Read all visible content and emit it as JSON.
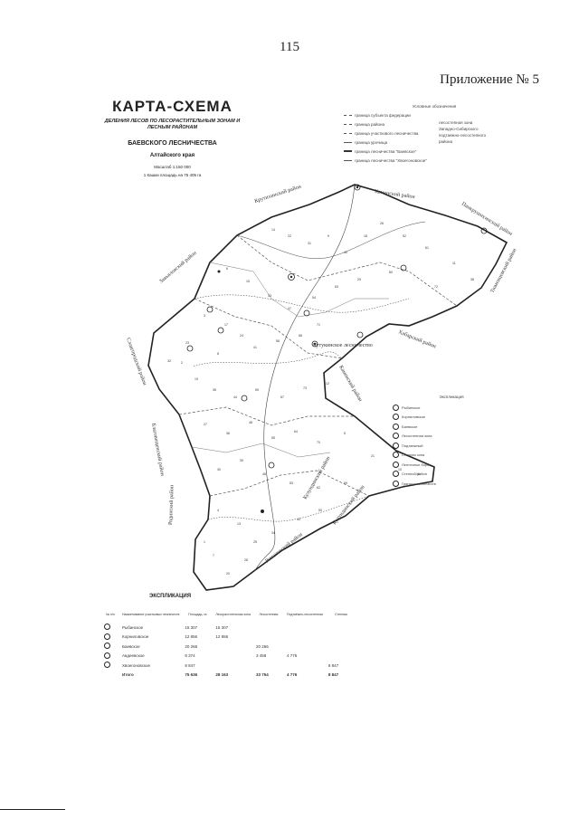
{
  "header": {
    "page_number": "115",
    "appendix": "Приложение № 5"
  },
  "title_block": {
    "title": "КАРТА-СХЕМА",
    "subtitle": "ДЕЛЕНИЯ ЛЕСОВ ПО ЛЕСОРАСТИТЕЛЬНЫМ ЗОНАМ И ЛЕСНЫМ РАЙОНАМ",
    "forestry": "БАЕВСКОГО ЛЕСНИЧЕСТВА",
    "region": "Алтайского края",
    "scale_1": "Масштаб 1:150 000",
    "scale_2": "1 Кашки площадь на 75 405 га"
  },
  "legend": {
    "heading": "Условные обозначения",
    "items": [
      "граница субъекта федерации",
      "граница района",
      "граница участкового лесничества",
      "граница урочища",
      "граница лесничества \"Баевское\"",
      "граница лесничества \"Хвоегоновское\""
    ],
    "extra": [
      "лесостепная зона",
      "Западно-Сибирского",
      "подтаежно-лесостепного",
      "района"
    ]
  },
  "districts": {
    "krutikha": "Крутихинский район",
    "kamen": "Каменский район",
    "pankrushikha": "Панкрушихинский район",
    "habary": "Хабарский район",
    "zavyalovo_top": "Завьяловский район",
    "tyumentsevo": "Тюменцевский район",
    "kulunda": "Кулундинский район",
    "kamensky_right": "Каменский район",
    "kulundinsky": "Кулундинский район",
    "rodinsky": "Родинский район",
    "zavyalovo_bottom": "Завьяловский район",
    "romanovsky": "Романовский район",
    "blagoveshchensky": "Благовещенский район",
    "slavgorod": "Славгородский район",
    "mamontovo": "Мамонтовский район",
    "forest_kut": "Кутукинское лесничество"
  },
  "conventional": {
    "heading": "Экспликация",
    "items": [
      "Рыбинское",
      "Корниловское",
      "Баевское",
      "Лесостепная зона",
      "Подтаежный",
      "Степная зона",
      "Ленточные боры",
      "Степной район",
      "Граница лесничеств"
    ]
  },
  "explication": {
    "title": "ЭКСПЛИКАЦИЯ",
    "columns": [
      "№ п/п",
      "Наименование участковых лесничеств",
      "Площадь, га",
      "Лесорастительная зона",
      "Лесостепная",
      "Подтаёжно-лесостепная",
      "Степная"
    ],
    "rows": [
      {
        "name": "Рыбинское",
        "area": "15 307",
        "v1": "15 307",
        "v2": "",
        "v3": "",
        "v4": ""
      },
      {
        "name": "Корниловское",
        "area": "12 856",
        "v1": "12 856",
        "v2": "",
        "v3": "",
        "v4": ""
      },
      {
        "name": "Баевское",
        "area": "20 266",
        "v1": "",
        "v2": "20 266",
        "v3": "",
        "v4": ""
      },
      {
        "name": "Авдеевское",
        "area": "8 374",
        "v1": "",
        "v2": "3 458",
        "v3": "4 776",
        "v4": ""
      },
      {
        "name": "Хвоегоновское",
        "area": "8 847",
        "v1": "",
        "v2": "",
        "v3": "",
        "v4": "8 847"
      }
    ],
    "total": {
      "name": "Итого",
      "area": "75 636",
      "v1": "28 163",
      "v2": "33 754",
      "v3": "4 776",
      "v4": "8 847"
    }
  }
}
